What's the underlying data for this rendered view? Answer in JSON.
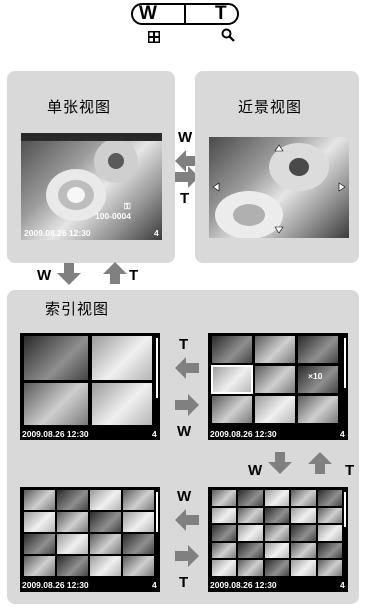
{
  "lever": {
    "w_label": "W",
    "t_label": "T"
  },
  "zoom_icons": {
    "index": "grid-icon",
    "zoom": "magnifier-icon"
  },
  "views": {
    "single": "单张视图",
    "closeup": "近景视图",
    "index": "索引视图"
  },
  "arrows": {
    "w_label": "W",
    "t_label": "T"
  },
  "single_screen": {
    "file_no": "100-0004",
    "datetime": "2009.08.26  12:30",
    "frame_count": "4"
  },
  "index_screens": [
    {
      "datetime": "2009.08.26  12:30",
      "count": "4",
      "grid": "2x2"
    },
    {
      "datetime": "2009.08.26  12:30",
      "count": "4",
      "grid": "3x3",
      "selected_badge": "×10"
    },
    {
      "datetime": "2009.08.26  12:30",
      "count": "4",
      "grid": "4x4"
    },
    {
      "datetime": "2009.08.26  12:30",
      "count": "4",
      "grid": "5x5"
    }
  ],
  "colors": {
    "panel": "#d9d9d9",
    "arrow": "#808080",
    "screen": "#000000"
  }
}
